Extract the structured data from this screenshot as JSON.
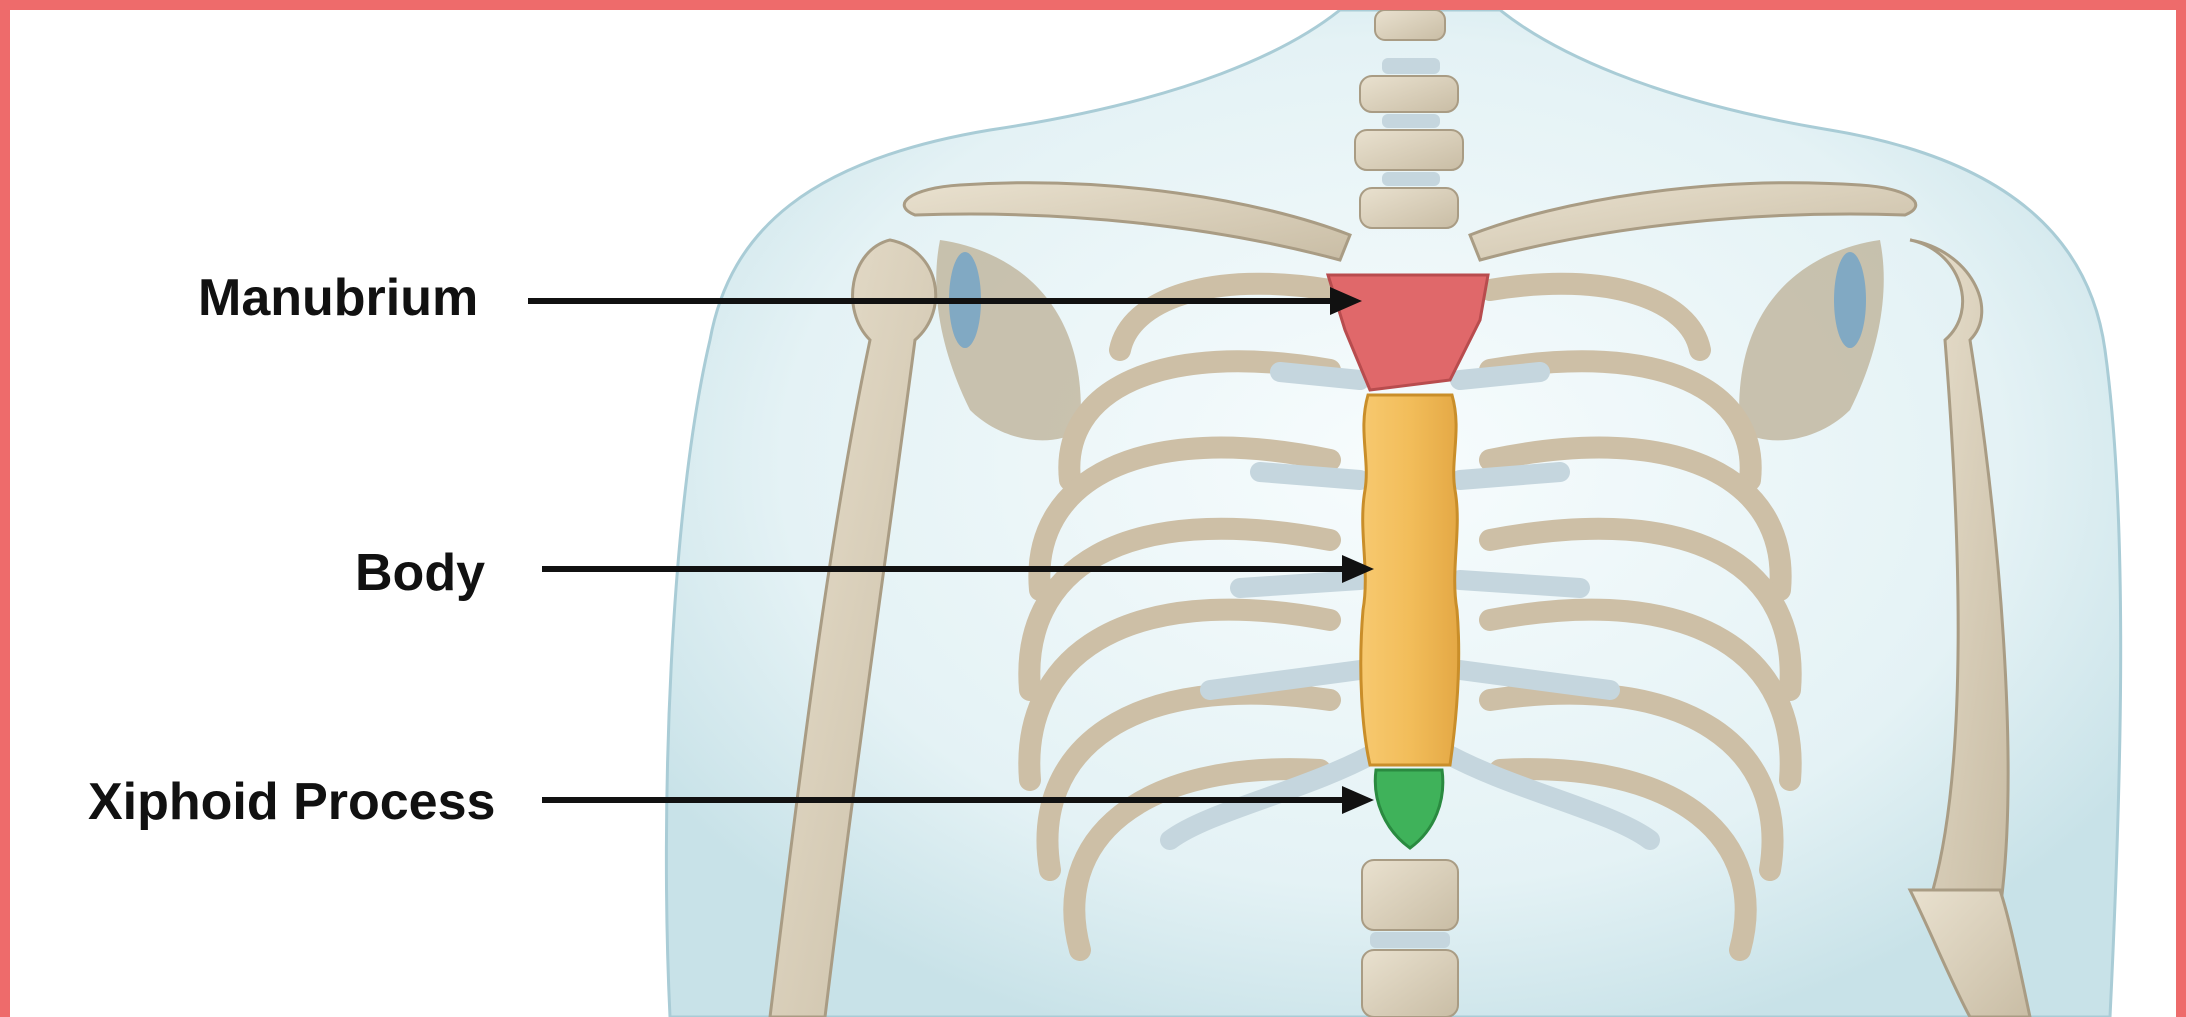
{
  "labels": {
    "manubrium": "Manubrium",
    "body": "Body",
    "xiphoid": "Xiphoid Process"
  },
  "colors": {
    "frame_border": "#ee6b6b",
    "manubrium": "#e0686a",
    "body": "#f2bd5a",
    "xiphoid": "#3fb25a",
    "bone": "#ddd3bf",
    "cartilage": "#c5d6de",
    "skin": "#dceff2",
    "arrow": "#111111"
  },
  "icons": {
    "pointer": "arrow-right"
  }
}
